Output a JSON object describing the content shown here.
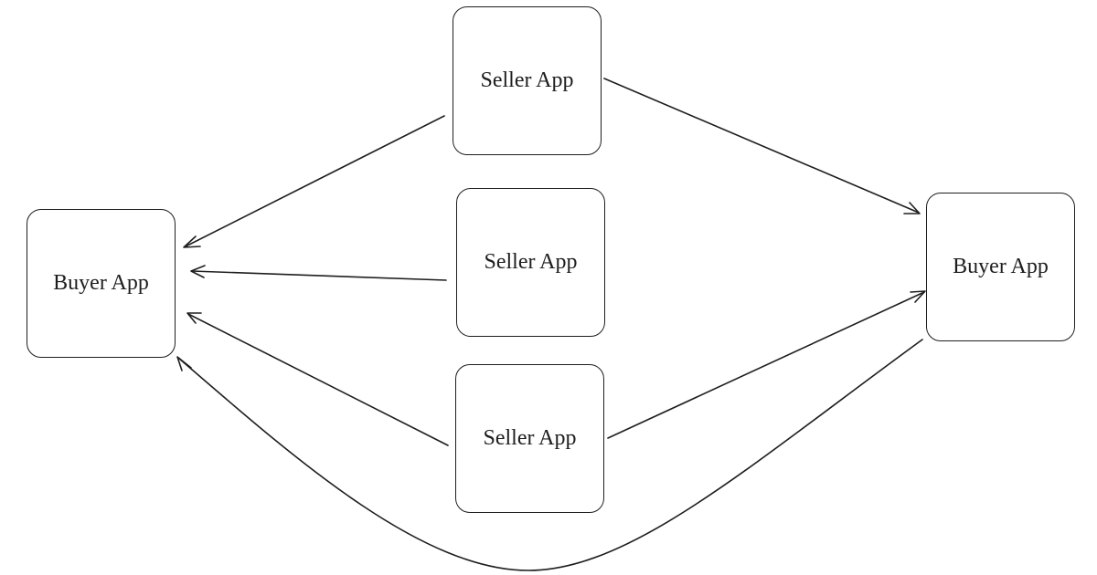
{
  "diagram": {
    "nodes": {
      "buyer_left": {
        "label": "Buyer App"
      },
      "buyer_right": {
        "label": "Buyer App"
      },
      "seller_top": {
        "label": "Seller App"
      },
      "seller_mid": {
        "label": "Seller App"
      },
      "seller_bot": {
        "label": "Seller App"
      }
    },
    "edges": [
      {
        "from": "seller_top",
        "to": "buyer_left",
        "style": "arrow"
      },
      {
        "from": "seller_mid",
        "to": "buyer_left",
        "style": "arrow"
      },
      {
        "from": "seller_bot",
        "to": "buyer_left",
        "style": "arrow"
      },
      {
        "from": "seller_top",
        "to": "buyer_right",
        "style": "arrow"
      },
      {
        "from": "seller_bot",
        "to": "buyer_right",
        "style": "arrow"
      },
      {
        "from": "buyer_right",
        "to": "buyer_left",
        "style": "curved-arrow"
      }
    ],
    "stroke_color": "#1e1e1e",
    "background_color": "#ffffff"
  }
}
